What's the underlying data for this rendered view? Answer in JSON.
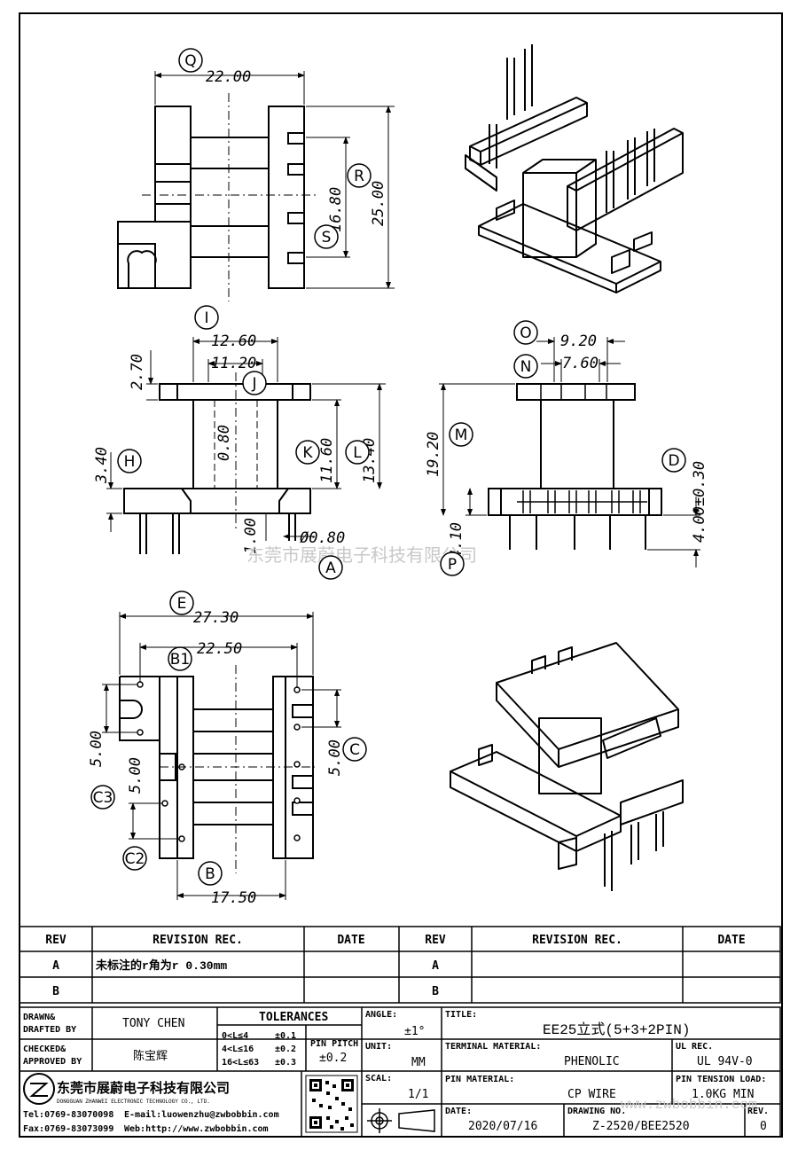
{
  "dims": {
    "q_val": "22.00",
    "r_val": "16.80",
    "h25": "25.00",
    "v270": "2.70",
    "v1260": "12.60",
    "v1120": "11.20",
    "v080a": "0.80",
    "v1160": "11.60",
    "v1340": "13.40",
    "v340": "3.40",
    "v100": "1.00",
    "v080b": "Ø0.80",
    "v920": "9.20",
    "v760": "7.60",
    "v1920": "19.20",
    "v400": "4.00±0.30",
    "v410": "4.10",
    "v2730": "27.30",
    "v2250": "22.50",
    "v500a": "5.00",
    "v500b": "5.00",
    "v500c": "5.00",
    "v1750": "17.50"
  },
  "labels": {
    "Q": "Q",
    "R": "R",
    "S": "S",
    "I": "I",
    "J": "J",
    "H": "H",
    "K": "K",
    "L": "L",
    "A": "A",
    "O": "O",
    "N": "N",
    "M": "M",
    "D": "D",
    "P": "P",
    "E": "E",
    "B1": "B1",
    "C": "C",
    "C3": "C3",
    "C2": "C2",
    "B": "B"
  },
  "watermark": "东莞市展蔚电子科技有限公司",
  "revision": {
    "head_rev": "REV",
    "head_rec": "REVISION REC.",
    "head_date": "DATE",
    "rows": [
      {
        "rev": "A",
        "rec": "未标注的r角为r 0.30mm",
        "date": "",
        "rev2": "A",
        "rec2": "",
        "date2": ""
      },
      {
        "rev": "B",
        "rec": "",
        "date": "",
        "rev2": "B",
        "rec2": "",
        "date2": ""
      }
    ]
  },
  "titleblock": {
    "drawn_label1": "DRAWN&",
    "drawn_label2": "DRAFTED BY",
    "drawn_name": "TONY CHEN",
    "checked_label1": "CHECKED&",
    "checked_label2": "APPROVED BY",
    "checked_name": "陈宝辉",
    "tolerances_label": "TOLERANCES",
    "tol_rows": [
      {
        "range": "0<L≤4",
        "val": "±0.1"
      },
      {
        "range": "4<L≤16",
        "val": "±0.2"
      },
      {
        "range": "16<L≤63",
        "val": "±0.3"
      }
    ],
    "pin_pitch_label": "PIN PITCH",
    "pin_pitch_val": "±0.2",
    "angle_label": "ANGLE:",
    "angle_val": "±1°",
    "unit_label": "UNIT:",
    "unit_val": "MM",
    "scale_label": "SCAL:",
    "scale_val": "1/1",
    "title_label": "TITLE:",
    "title_val": "EE25立式(5+3+2PIN)",
    "terminal_label": "TERMINAL MATERIAL:",
    "terminal_val": "PHENOLIC",
    "ul_label": "UL REC.",
    "ul_val": "UL 94V-0",
    "pin_mat_label": "PIN MATERIAL:",
    "pin_mat_val": "CP WIRE",
    "tension_label": "PIN TENSION LOAD:",
    "tension_val": "1.0KG MIN",
    "date_label": "DATE:",
    "date_val": "2020/07/16",
    "drawing_label": "DRAWING NO.",
    "drawing_val": "Z-2520/BEE2520",
    "rev_label": "REV.",
    "rev_val": "0",
    "company_cn": "东莞市展蔚电子科技有限公司",
    "company_en": "DONGGUAN ZHANWEI ELECTRONIC TECHNOLOGY CO., LTD.",
    "tel": "Tel:0769-83070098",
    "email": "E-mail:luowenzhu@zwbobbin.com",
    "fax": "Fax:0769-83073099",
    "web": "Web:http://www.zwbobbin.com",
    "url_watermark": "www.zwbobbin.com"
  },
  "colors": {
    "line": "#000000",
    "hatch": "#000000",
    "watermark": "#c8c8c8"
  }
}
